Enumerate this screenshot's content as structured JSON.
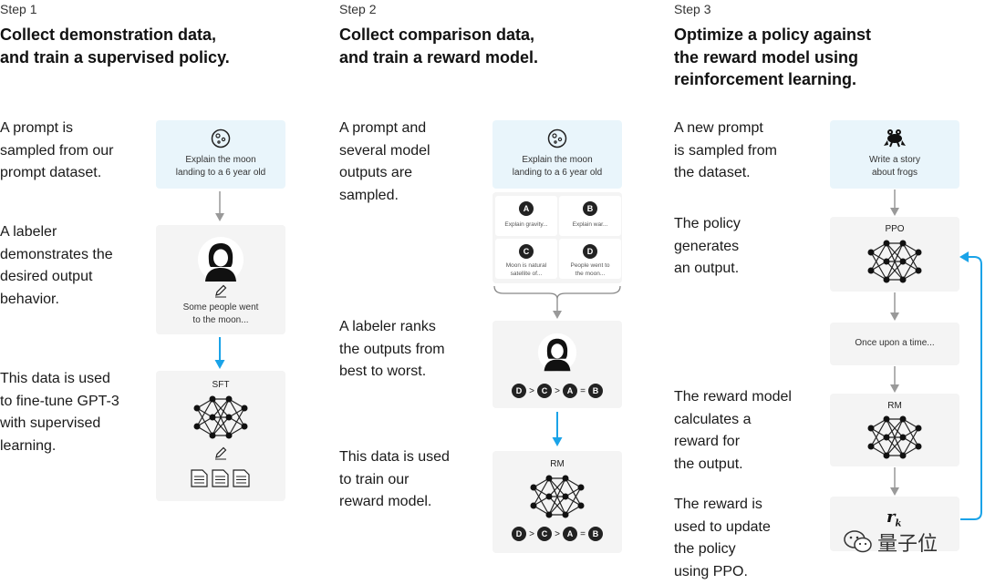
{
  "steps": [
    {
      "label": "Step 1",
      "title_line1": "Collect demonstration data,",
      "title_line2": "and train a supervised policy.",
      "descs": [
        [
          "A prompt is",
          "sampled from our",
          "prompt dataset."
        ],
        [
          "A labeler",
          "demonstrates the",
          "desired output",
          "behavior."
        ],
        [
          "This data is used",
          "to fine-tune GPT-3",
          "with supervised",
          "learning."
        ]
      ],
      "prompt_line1": "Explain the moon",
      "prompt_line2": "landing to a 6 year old",
      "demo_line1": "Some people went",
      "demo_line2": "to the moon...",
      "net_label": "SFT"
    },
    {
      "label": "Step 2",
      "title_line1": "Collect comparison data,",
      "title_line2": "and train a reward model.",
      "descs": [
        [
          "A prompt and",
          "several model",
          "outputs are",
          "sampled."
        ],
        [
          "A labeler ranks",
          "the outputs from",
          "best to worst."
        ],
        [
          "This data is used",
          "to train our",
          "reward model."
        ]
      ],
      "prompt_line1": "Explain the moon",
      "prompt_line2": "landing to a 6 year old",
      "outputs": [
        {
          "letter": "A",
          "line1": "Explain gravity...",
          "line2": ""
        },
        {
          "letter": "B",
          "line1": "Explain war...",
          "line2": ""
        },
        {
          "letter": "C",
          "line1": "Moon is natural",
          "line2": "satellite of..."
        },
        {
          "letter": "D",
          "line1": "People went to",
          "line2": "the moon..."
        }
      ],
      "ranking": [
        "D",
        ">",
        "C",
        ">",
        "A",
        "=",
        "B"
      ],
      "net_label": "RM"
    },
    {
      "label": "Step 3",
      "title_line1": "Optimize a policy against",
      "title_line2": "the reward model using",
      "title_line3": "reinforcement learning.",
      "descs": [
        [
          "A new prompt",
          "is sampled from",
          "the dataset."
        ],
        [
          "The policy",
          "generates",
          "an output."
        ],
        [
          "The reward model",
          "calculates a",
          "reward for",
          "the output."
        ],
        [
          "The reward is",
          "used to update",
          "the policy",
          "using PPO."
        ]
      ],
      "prompt_line1": "Write a story",
      "prompt_line2": "about frogs",
      "policy_label": "PPO",
      "output_text": "Once upon a time...",
      "rm_label": "RM",
      "reward_symbol": "r",
      "reward_subscript": "k"
    }
  ],
  "watermark": "量子位",
  "colors": {
    "blue_box": "#e9f5fb",
    "gray_box": "#f4f4f4",
    "accent_arrow": "#1aa3e8",
    "gray_arrow": "#999999"
  }
}
